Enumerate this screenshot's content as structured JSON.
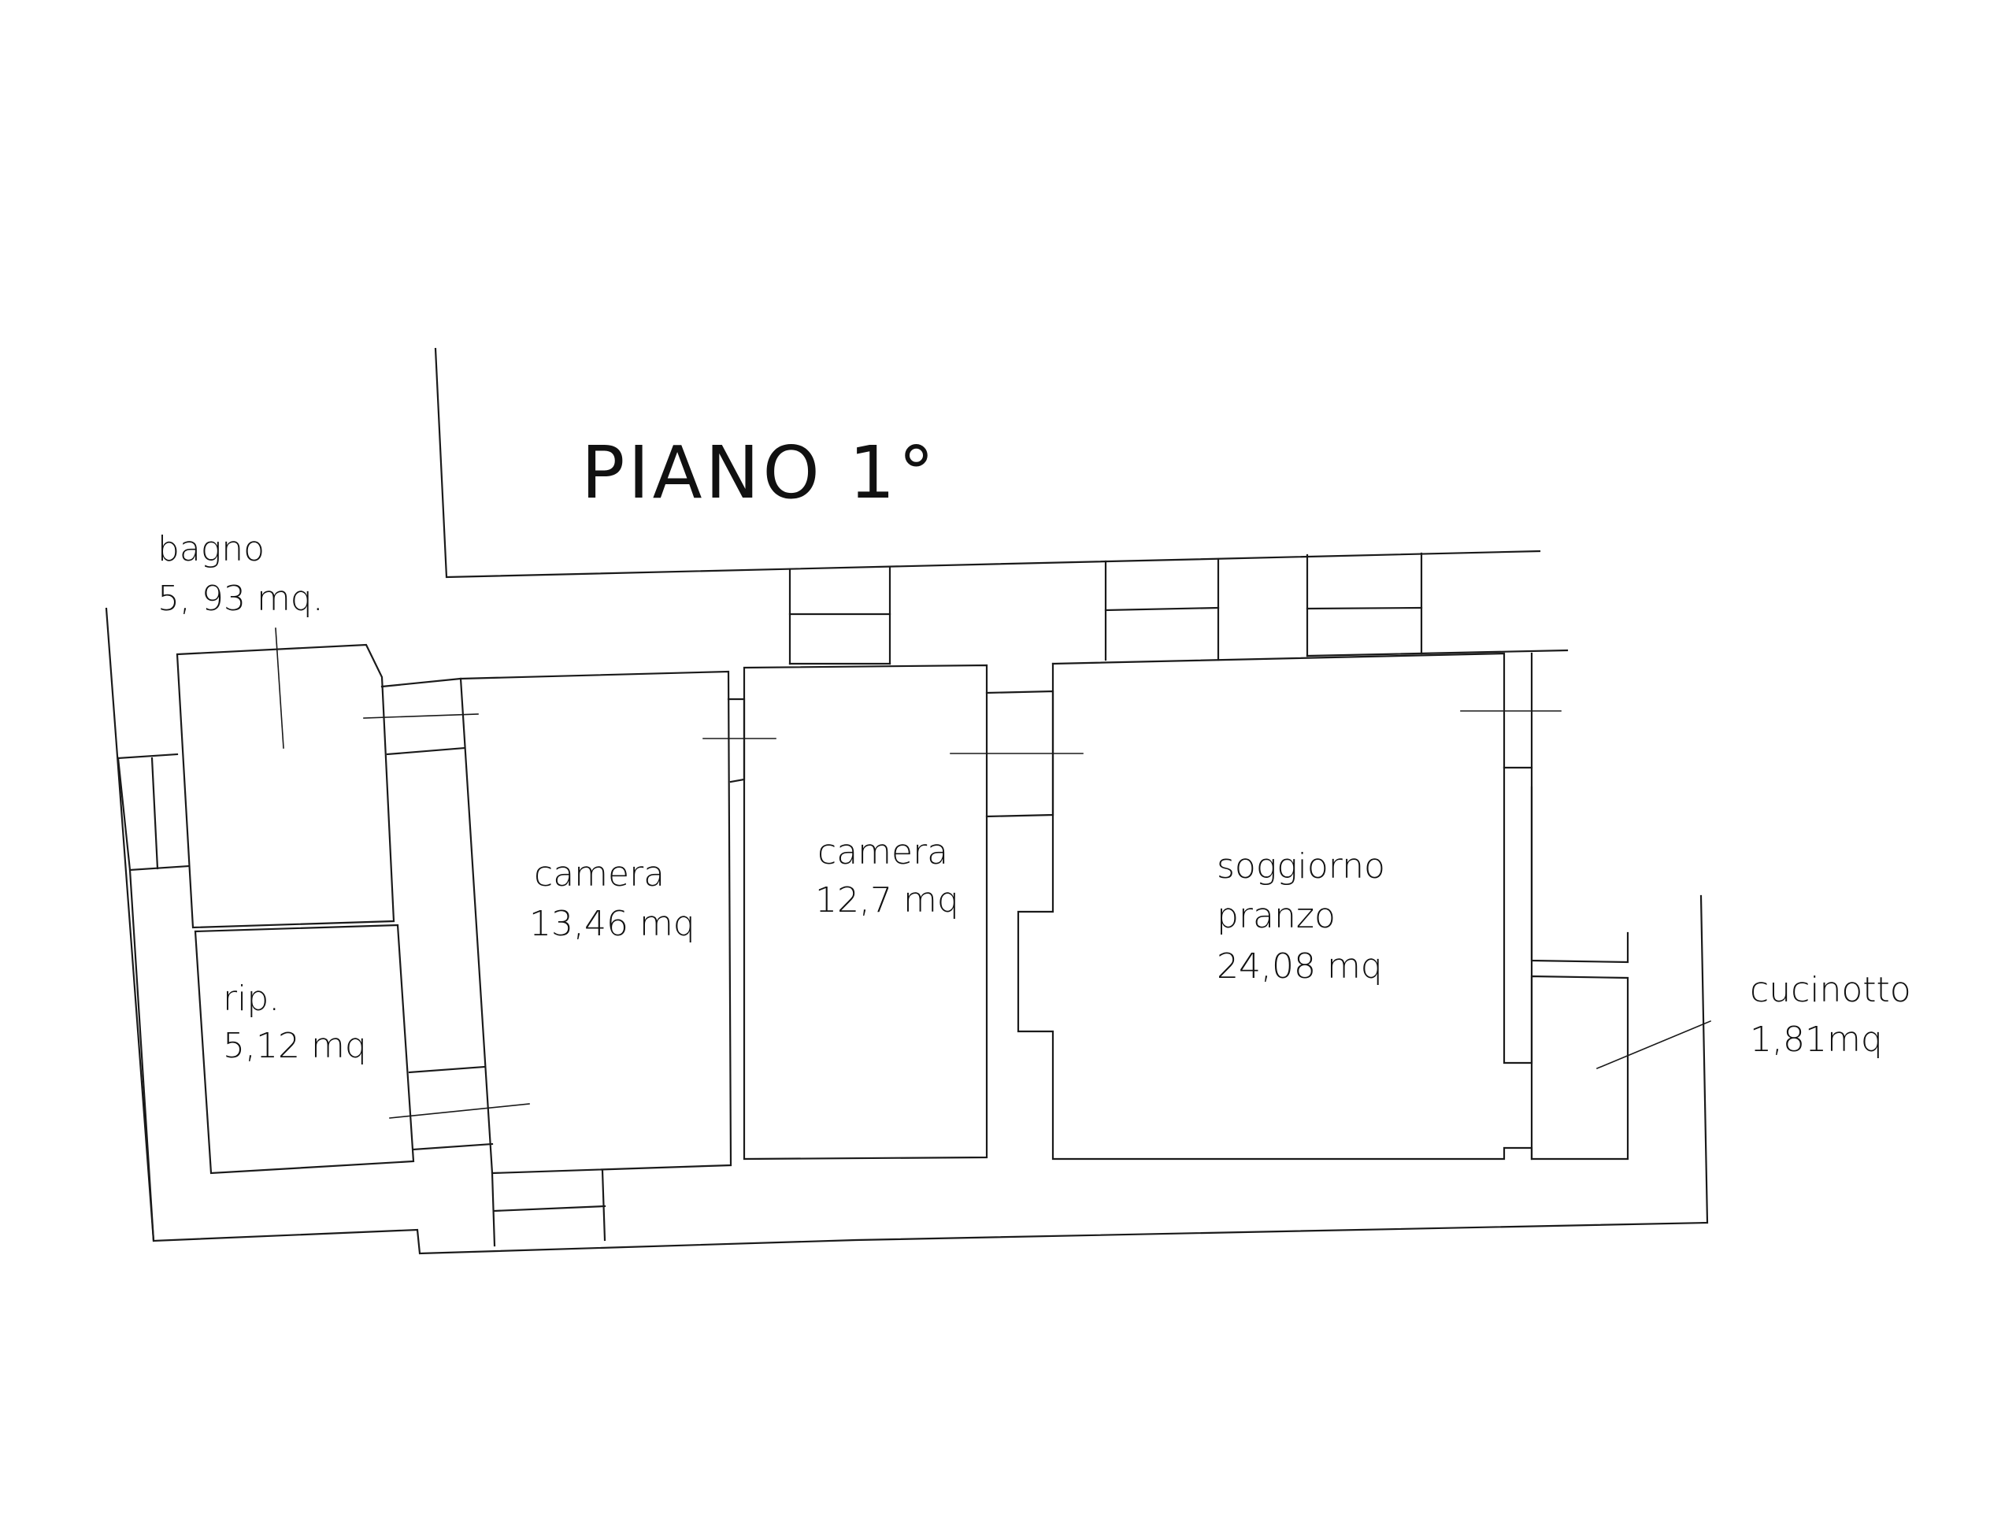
{
  "title": "PIANO 1°",
  "rooms": [
    {
      "name": "bagno",
      "area": "5, 93 mq."
    },
    {
      "name": "rip.",
      "area": "5,12 mq"
    },
    {
      "name": "camera",
      "area": "13,46 mq"
    },
    {
      "name": "camera",
      "area": "12,7 mq"
    },
    {
      "name": "soggiorno",
      "name2": "pranzo",
      "area": "24,08 mq"
    },
    {
      "name": "cucinotto",
      "area": "1,81mq"
    }
  ]
}
